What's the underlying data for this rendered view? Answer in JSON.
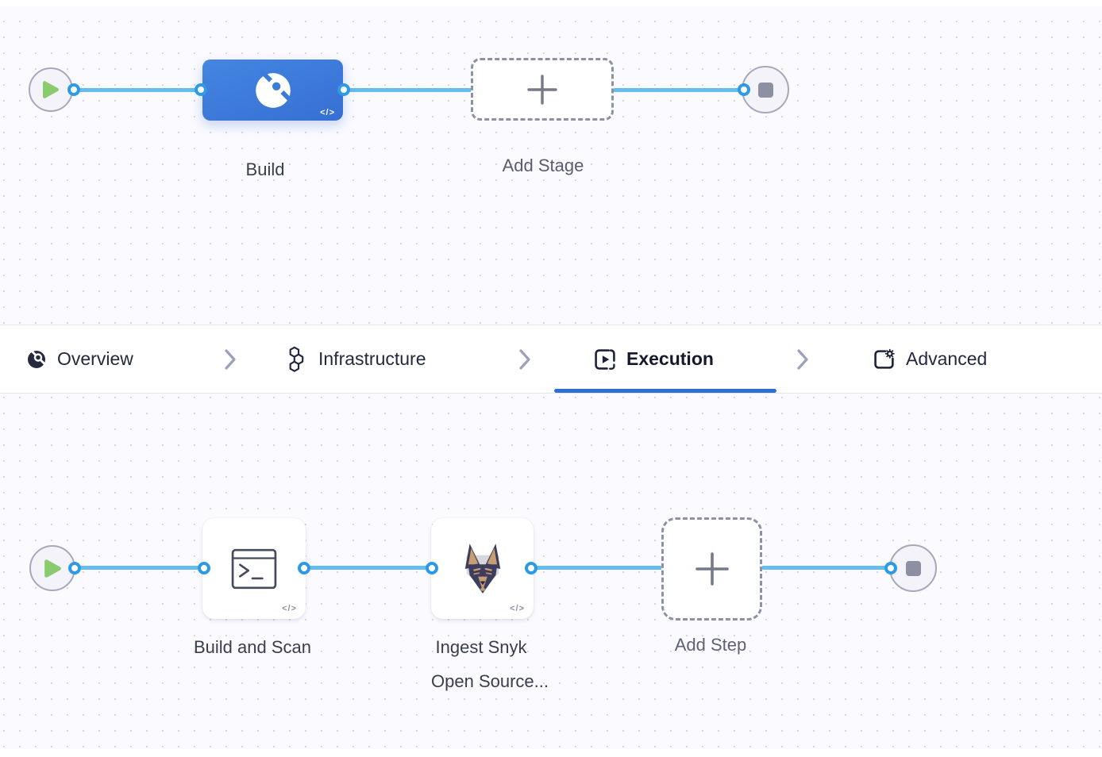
{
  "stage_row": {
    "build_label": "Build",
    "add_stage_label": "Add Stage",
    "code_badge": "</>"
  },
  "tab_bar": {
    "tabs": [
      {
        "label": "Overview",
        "icon": "overview-pie-search-icon",
        "active": false
      },
      {
        "label": "Infrastructure",
        "icon": "hexagons-icon",
        "active": false
      },
      {
        "label": "Execution",
        "icon": "execution-play-square-icon",
        "active": true
      },
      {
        "label": "Advanced",
        "icon": "advanced-gear-square-icon",
        "active": false
      }
    ]
  },
  "step_row": {
    "build_scan_label": "Build and Scan",
    "snyk_label_line1": "Ingest Snyk",
    "snyk_label_line2": "Open Source...",
    "add_step_label": "Add Step",
    "code_badge": "</>"
  },
  "icons": {
    "start_node": "play-icon",
    "end_node": "stop-icon",
    "stage_build": "ci-pie-search-icon",
    "step_build_scan": "terminal-icon",
    "step_snyk": "snyk-doberman-icon",
    "add_boxes": "plus-icon",
    "code_toggle": "code-icon",
    "tab_separator": "chevron-right-icon"
  },
  "colors": {
    "stage_blue": "#3b7cd9",
    "edge_blue": "#64bdee",
    "connector_blue": "#2d9ae8",
    "tab_underline_blue": "#3070d4",
    "play_green": "#8acb6e",
    "canvas_bg": "#fafaff"
  }
}
